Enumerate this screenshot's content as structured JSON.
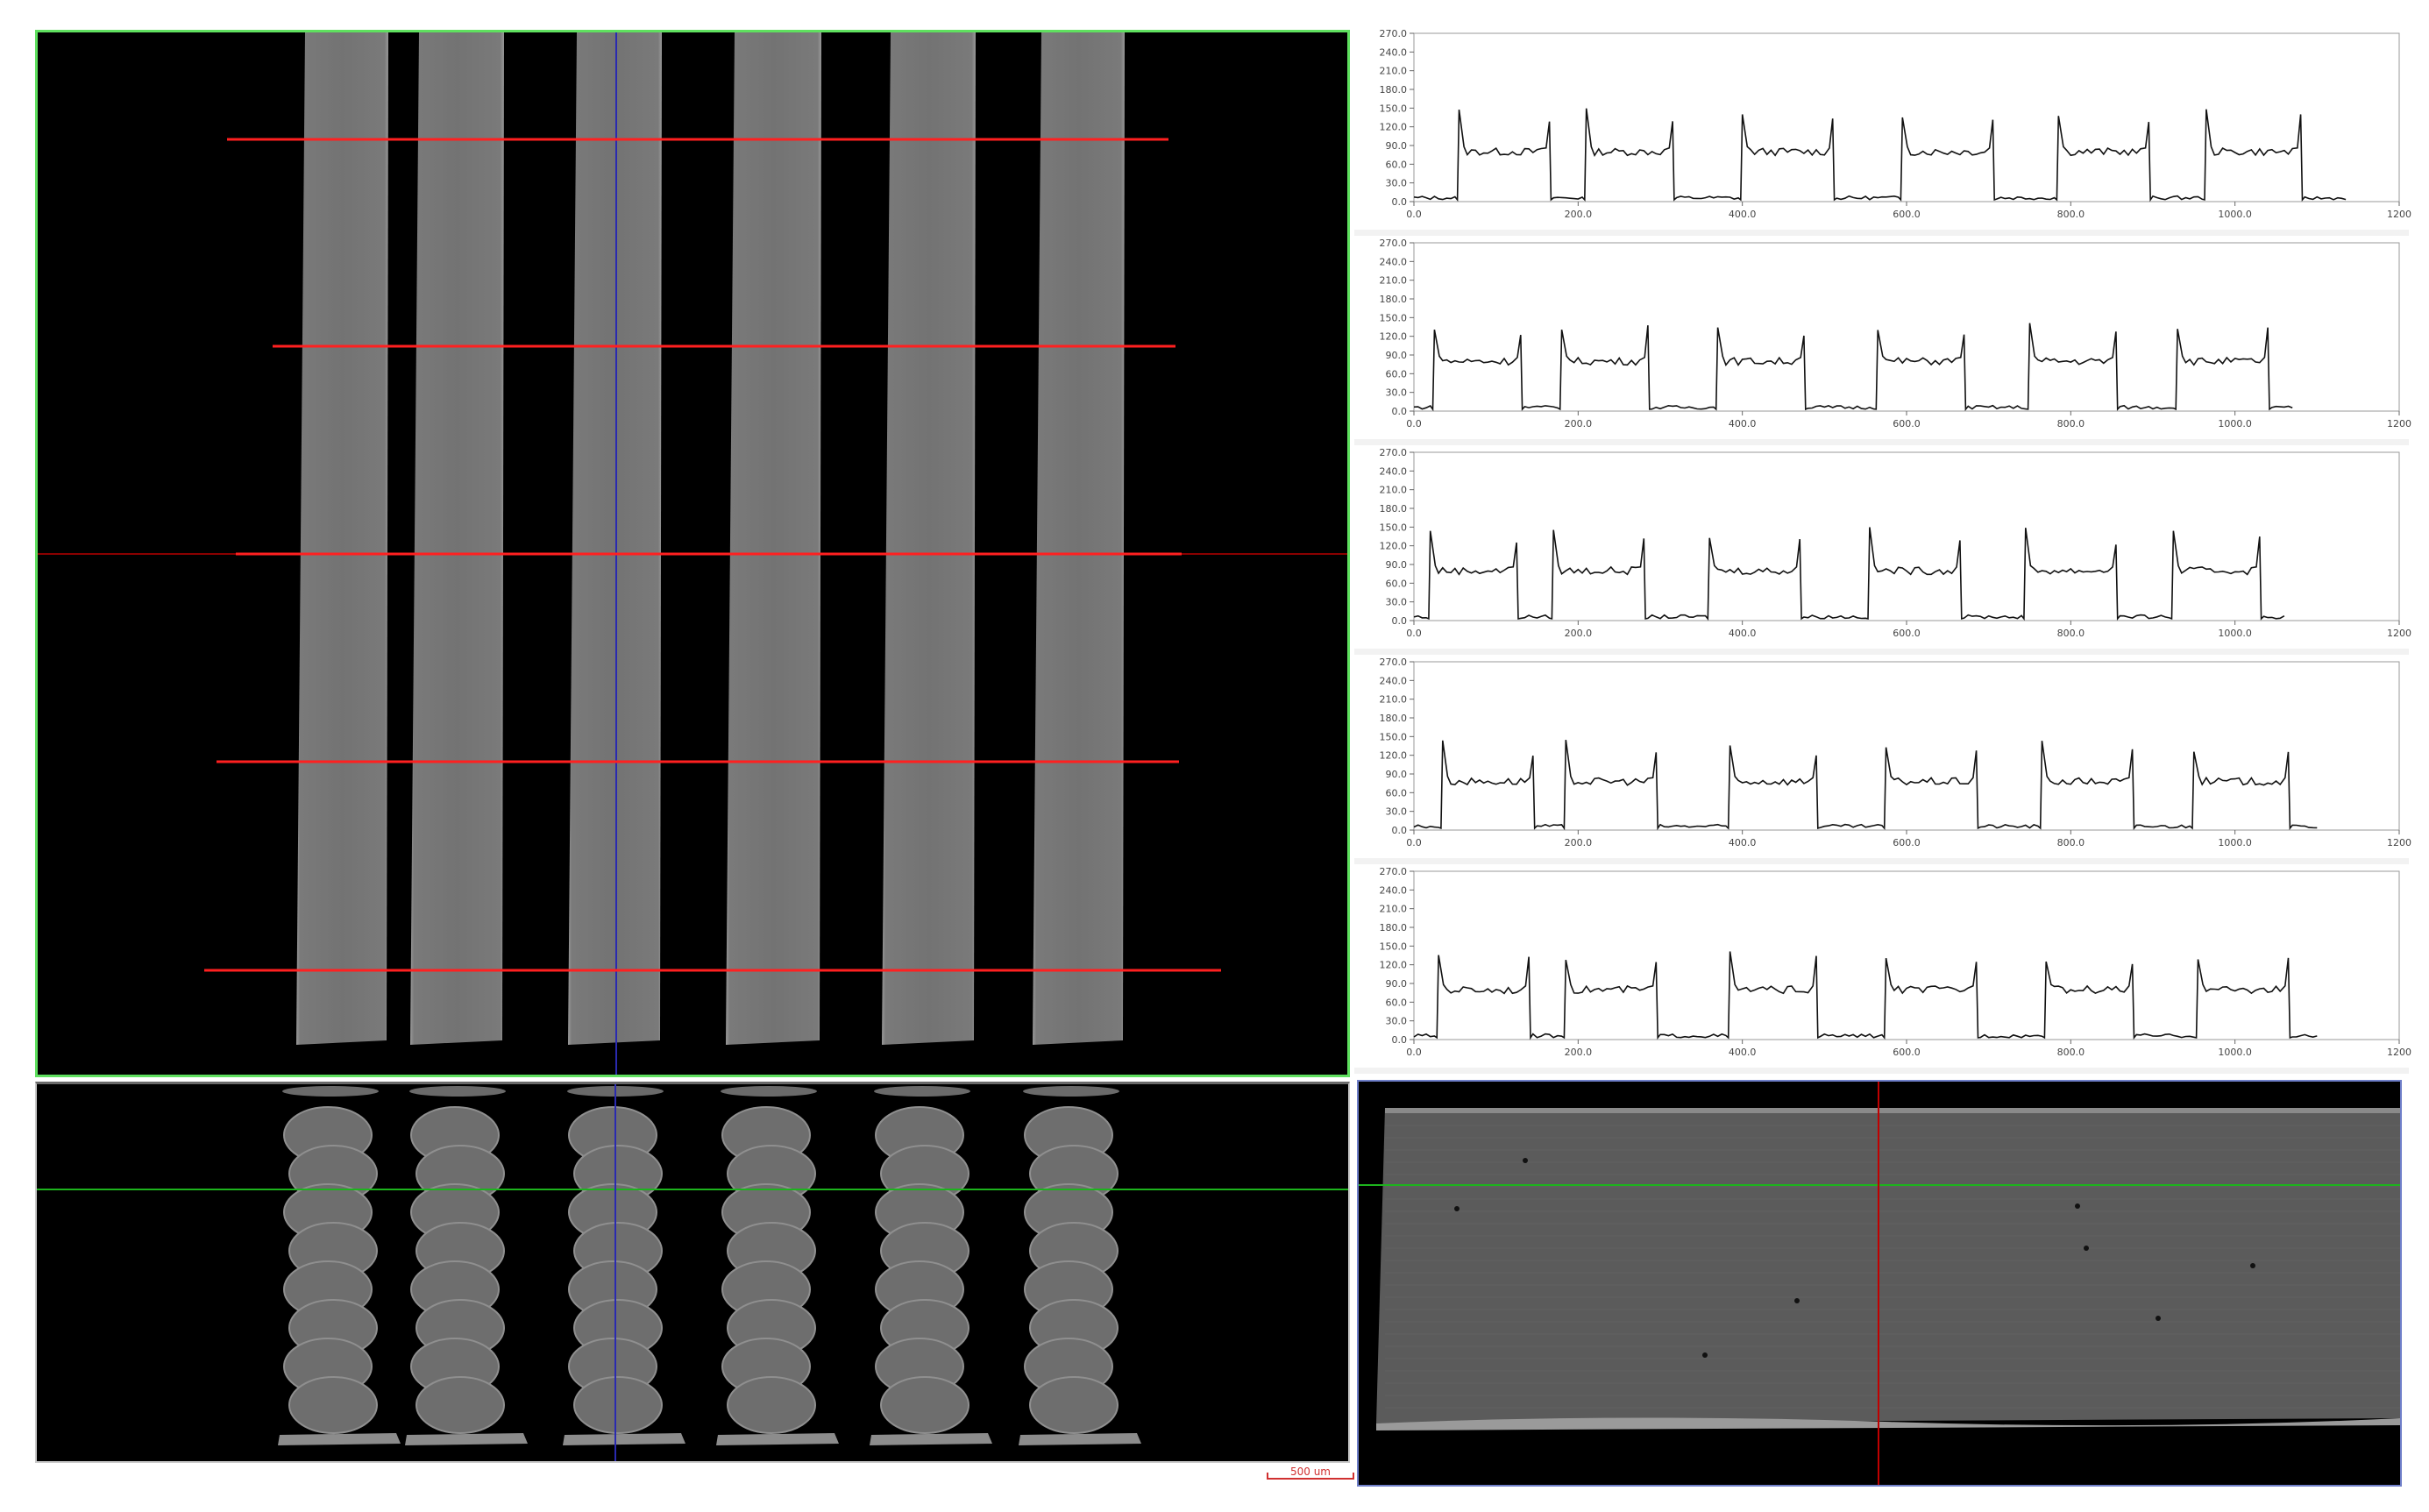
{
  "colors": {
    "top_view_border": "#5fe05f",
    "cut_line": "#ff2020",
    "crosshair_red": "#c00000",
    "crosshair_blue": "#2a2ab0",
    "crosshair_green": "#1db31d",
    "side_view_border": "#6f7fc9",
    "profile_line": "#111111",
    "chart_bg": "#ffffff"
  },
  "top_view": {
    "strip_count": 6,
    "cut_line_count": 5
  },
  "front_view": {
    "column_count": 6
  },
  "scale_bar": {
    "label": "500 um"
  },
  "chart_data": [
    {
      "type": "line",
      "x_ticks": [
        "0.0",
        "200.0",
        "400.0",
        "600.0",
        "800.0",
        "1000.0",
        "1200"
      ],
      "y_ticks": [
        "0.0",
        "30.0",
        "60.0",
        "90.0",
        "120.0",
        "150.0",
        "180.0",
        "210.0",
        "240.0",
        "270.0"
      ],
      "xlim": [
        0,
        1200
      ],
      "ylim": [
        0,
        270
      ],
      "plateaus": [
        [
          55,
          165
        ],
        [
          210,
          315
        ],
        [
          400,
          510
        ],
        [
          595,
          705
        ],
        [
          785,
          895
        ],
        [
          965,
          1080
        ]
      ],
      "x_end": 1135,
      "plateau_level": 80,
      "edge_peak": 140
    },
    {
      "type": "line",
      "x_ticks": [
        "0.0",
        "200.0",
        "400.0",
        "600.0",
        "800.0",
        "1000.0",
        "1200"
      ],
      "y_ticks": [
        "0.0",
        "30.0",
        "60.0",
        "90.0",
        "120.0",
        "150.0",
        "180.0",
        "210.0",
        "240.0",
        "270.0"
      ],
      "xlim": [
        0,
        1200
      ],
      "ylim": [
        0,
        270
      ],
      "plateaus": [
        [
          25,
          130
        ],
        [
          180,
          285
        ],
        [
          370,
          475
        ],
        [
          565,
          670
        ],
        [
          750,
          855
        ],
        [
          930,
          1040
        ]
      ],
      "x_end": 1070,
      "plateau_level": 80,
      "edge_peak": 140
    },
    {
      "type": "line",
      "x_ticks": [
        "0.0",
        "200.0",
        "400.0",
        "600.0",
        "800.0",
        "1000.0",
        "1200"
      ],
      "y_ticks": [
        "0.0",
        "30.0",
        "60.0",
        "90.0",
        "120.0",
        "150.0",
        "180.0",
        "210.0",
        "240.0",
        "270.0"
      ],
      "xlim": [
        0,
        1200
      ],
      "ylim": [
        0,
        270
      ],
      "plateaus": [
        [
          20,
          125
        ],
        [
          170,
          280
        ],
        [
          360,
          470
        ],
        [
          555,
          665
        ],
        [
          745,
          855
        ],
        [
          925,
          1030
        ]
      ],
      "x_end": 1060,
      "plateau_level": 80,
      "edge_peak": 140
    },
    {
      "type": "line",
      "x_ticks": [
        "0.0",
        "200.0",
        "400.0",
        "600.0",
        "800.0",
        "1000.0",
        "1200"
      ],
      "y_ticks": [
        "0.0",
        "30.0",
        "60.0",
        "90.0",
        "120.0",
        "150.0",
        "180.0",
        "210.0",
        "240.0",
        "270.0"
      ],
      "xlim": [
        0,
        1200
      ],
      "ylim": [
        0,
        270
      ],
      "plateaus": [
        [
          35,
          145
        ],
        [
          185,
          295
        ],
        [
          385,
          490
        ],
        [
          575,
          685
        ],
        [
          765,
          875
        ],
        [
          950,
          1065
        ]
      ],
      "x_end": 1100,
      "plateau_level": 78,
      "edge_peak": 135
    },
    {
      "type": "line",
      "x_ticks": [
        "0.0",
        "200.0",
        "400.0",
        "600.0",
        "800.0",
        "1000.0",
        "1200"
      ],
      "y_ticks": [
        "0.0",
        "30.0",
        "60.0",
        "90.0",
        "120.0",
        "150.0",
        "180.0",
        "210.0",
        "240.0",
        "270.0"
      ],
      "xlim": [
        0,
        1200
      ],
      "ylim": [
        0,
        270
      ],
      "plateaus": [
        [
          30,
          140
        ],
        [
          185,
          295
        ],
        [
          385,
          490
        ],
        [
          575,
          685
        ],
        [
          770,
          875
        ],
        [
          955,
          1065
        ]
      ],
      "x_end": 1100,
      "plateau_level": 80,
      "edge_peak": 135
    }
  ]
}
